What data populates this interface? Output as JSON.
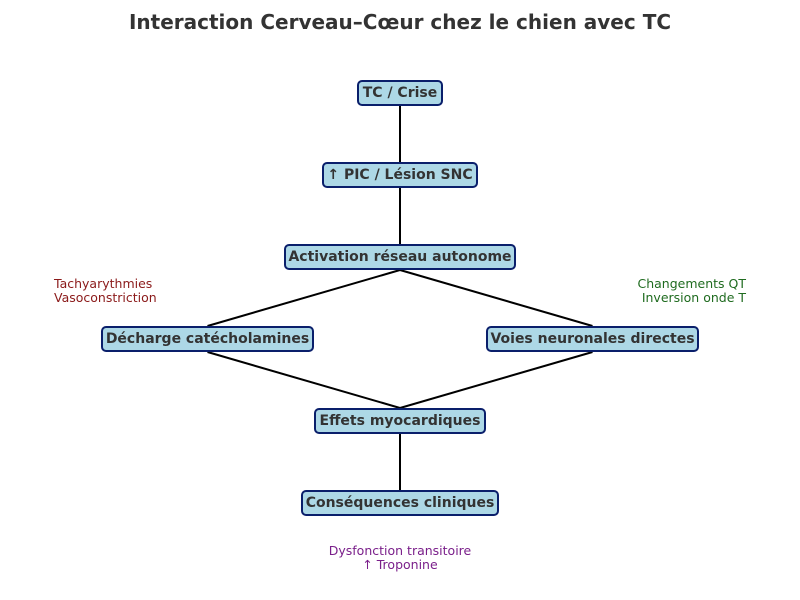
{
  "title": "Interaction Cerveau–Cœur chez le chien avec TC",
  "colors": {
    "node_fill": "#add8e6",
    "node_border": "#0a1f6b",
    "edge": "#000000",
    "note_left": "#8b1a1a",
    "note_right": "#1f6b1f",
    "note_bottom": "#7a1f8a"
  },
  "nodes": {
    "tc_crise": "TC / Crise",
    "pic_lesion": "↑ PIC / Lésion SNC",
    "activation": "Activation réseau autonome",
    "decharge": "Décharge catécholamines",
    "voies": "Voies neuronales directes",
    "effets": "Effets myocardiques",
    "consequences": "Conséquences cliniques"
  },
  "edges": [
    [
      "tc_crise",
      "pic_lesion"
    ],
    [
      "pic_lesion",
      "activation"
    ],
    [
      "activation",
      "decharge"
    ],
    [
      "activation",
      "voies"
    ],
    [
      "decharge",
      "effets"
    ],
    [
      "voies",
      "effets"
    ],
    [
      "effets",
      "consequences"
    ]
  ],
  "notes": {
    "left": [
      "Tachyarythmies",
      "Vasoconstriction"
    ],
    "right": [
      "Changements QT",
      "Inversion onde T"
    ],
    "bottom": [
      "Dysfonction transitoire",
      "↑ Troponine"
    ]
  }
}
